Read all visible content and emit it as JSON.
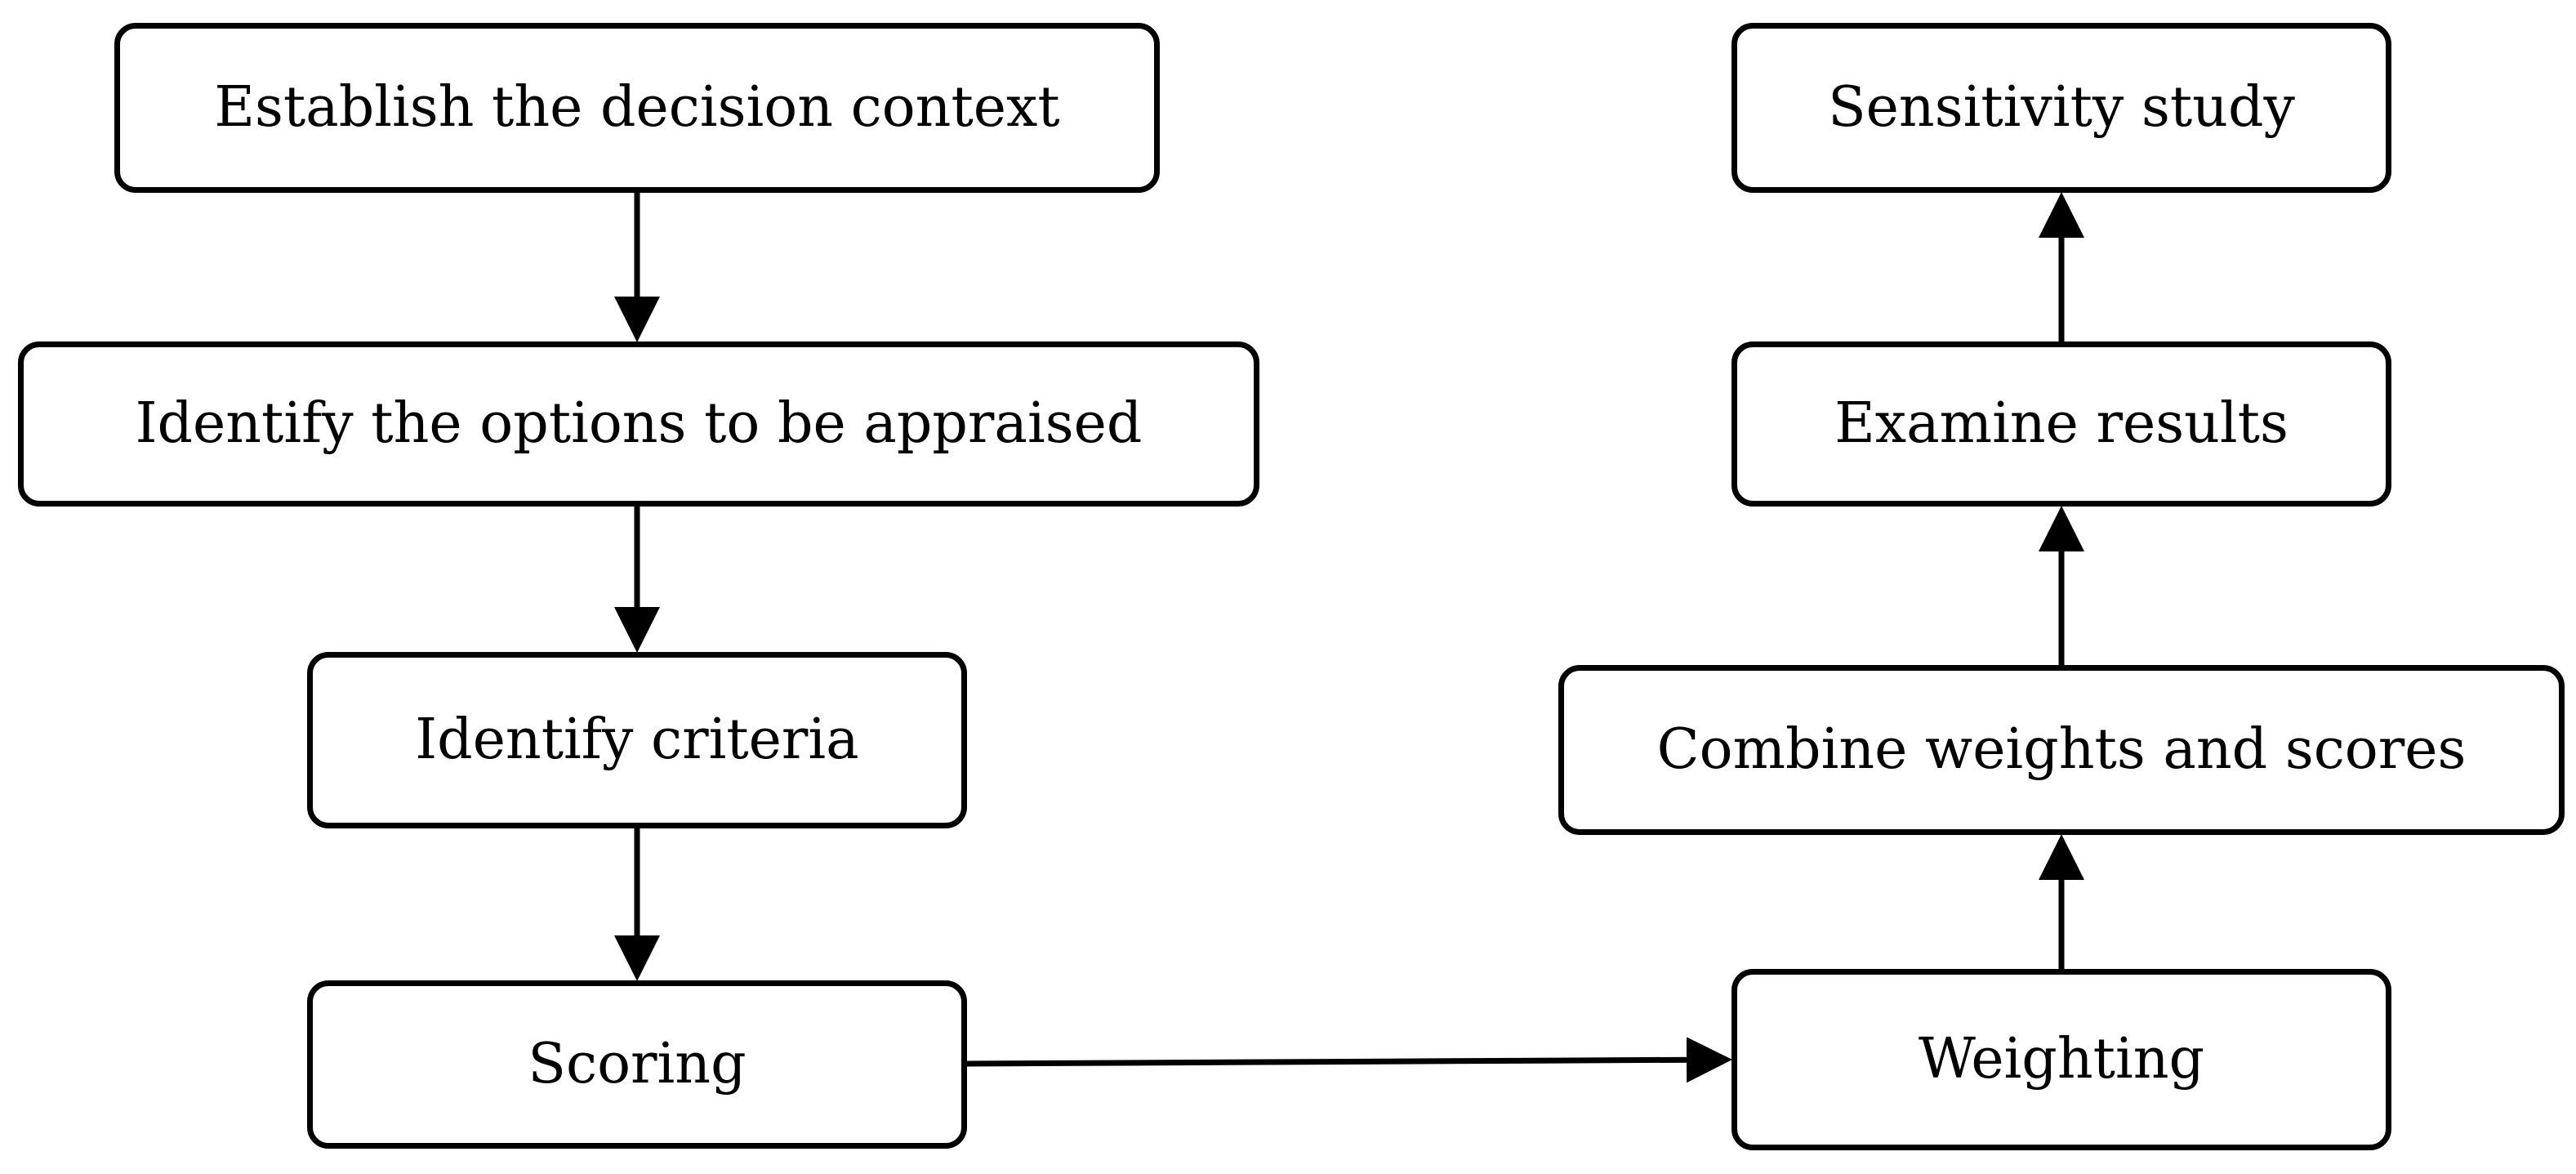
{
  "nodes": {
    "establish": "Establish the decision context",
    "options": "Identify the options to be appraised",
    "criteria": "Identify criteria",
    "scoring": "Scoring",
    "weighting": "Weighting",
    "combine": "Combine weights and scores",
    "examine": "Examine results",
    "sensitivity": "Sensitivity study"
  },
  "edges": [
    {
      "from": "establish",
      "to": "options"
    },
    {
      "from": "options",
      "to": "criteria"
    },
    {
      "from": "criteria",
      "to": "scoring"
    },
    {
      "from": "scoring",
      "to": "weighting"
    },
    {
      "from": "weighting",
      "to": "combine"
    },
    {
      "from": "combine",
      "to": "examine"
    },
    {
      "from": "examine",
      "to": "sensitivity"
    }
  ],
  "colors": {
    "stroke": "#000000",
    "fill": "#ffffff"
  }
}
